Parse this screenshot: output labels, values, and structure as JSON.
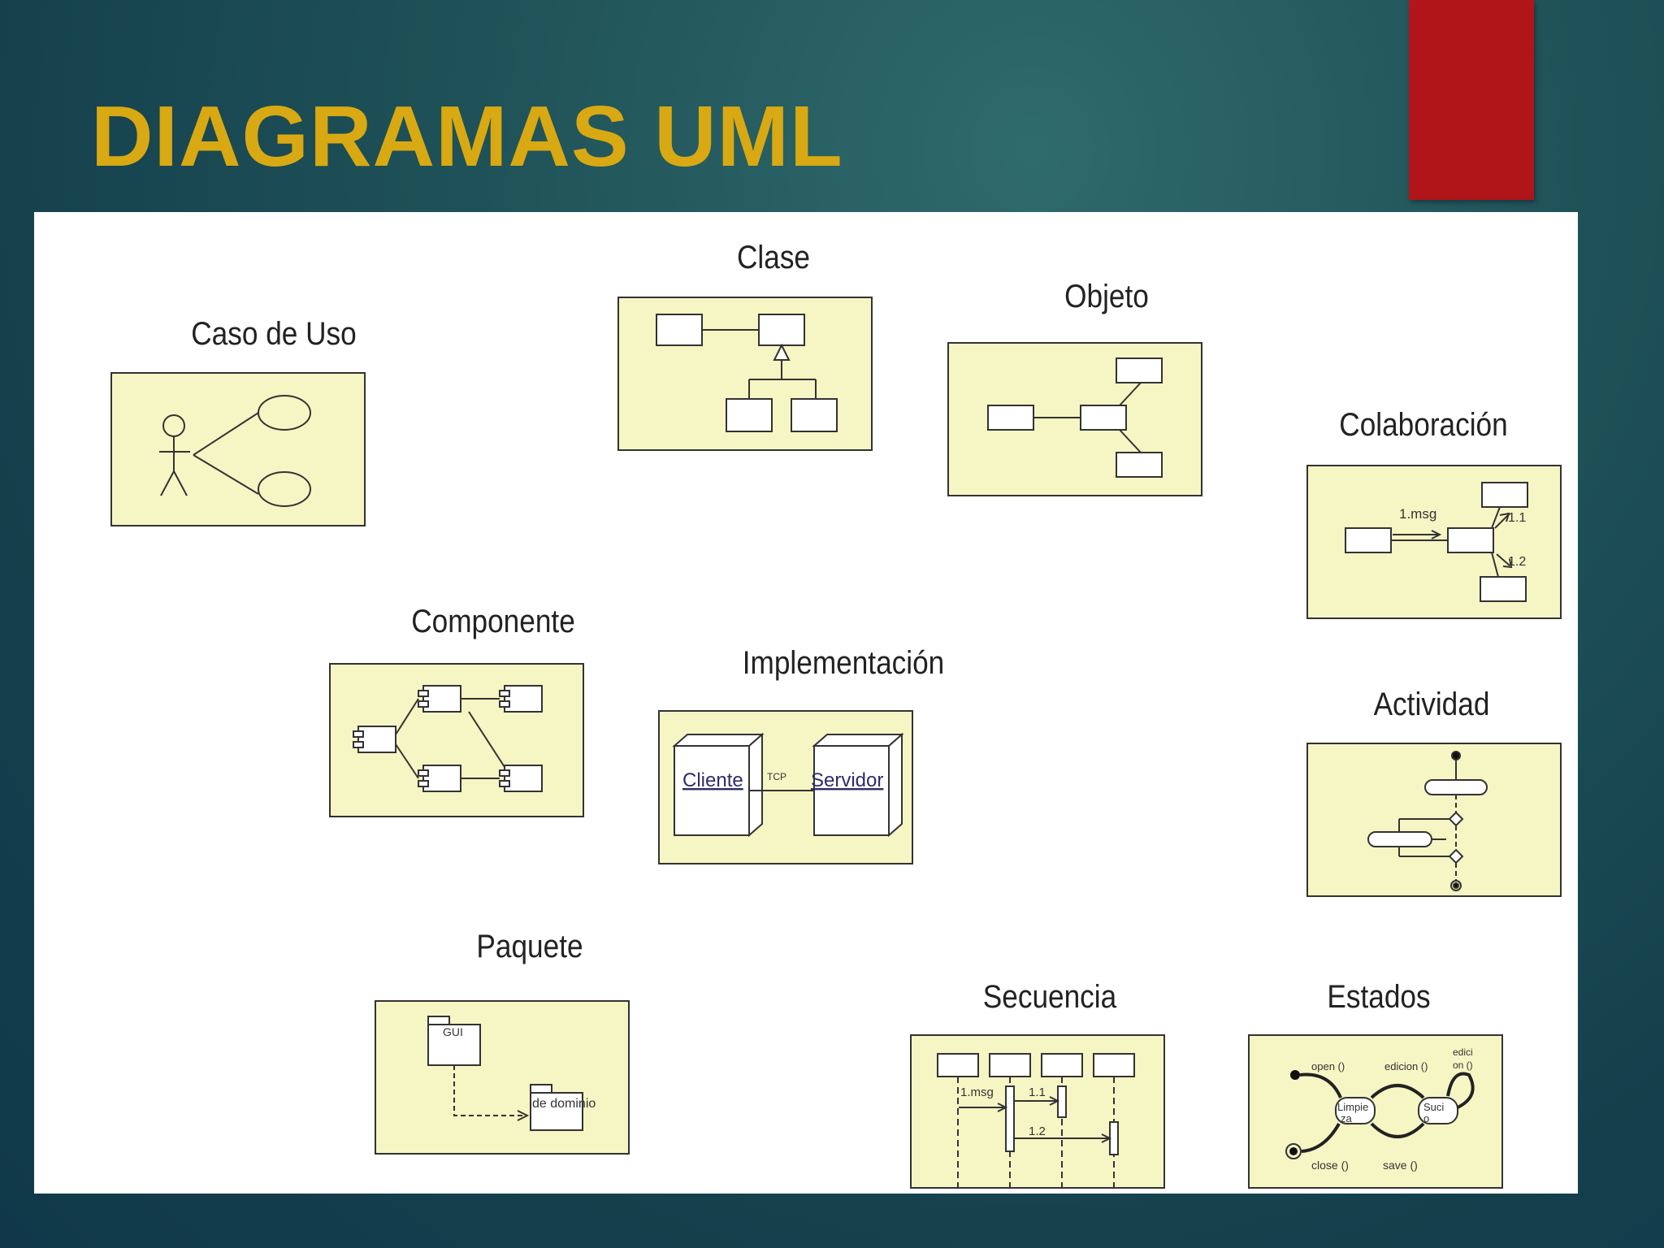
{
  "slide": {
    "title": "DIAGRAMAS UML"
  },
  "diagrams": {
    "caso_de_uso": {
      "label": "Caso de Uso"
    },
    "clase": {
      "label": "Clase"
    },
    "objeto": {
      "label": "Objeto"
    },
    "colaboracion": {
      "label": "Colaboración",
      "msg": "1.msg",
      "msg_a": "1.1",
      "msg_b": "1.2"
    },
    "componente": {
      "label": "Componente"
    },
    "implementacion": {
      "label": "Implementación",
      "node_a": "Cliente",
      "node_b": "Servidor",
      "link": "TCP"
    },
    "actividad": {
      "label": "Actividad"
    },
    "paquete": {
      "label": "Paquete",
      "pkg_a": "GUI",
      "pkg_b": "de dominio"
    },
    "secuencia": {
      "label": "Secuencia",
      "msg_1": "1.msg",
      "msg_11": "1.1",
      "msg_12": "1.2"
    },
    "estados": {
      "label": "Estados",
      "ev_open": "open ()",
      "ev_edicion": "edicion ()",
      "ev_edicion_self_1": "edici",
      "ev_edicion_self_2": "on ()",
      "ev_close": "close ()",
      "ev_save": "save ()",
      "st_limpio_1": "Limpie",
      "st_limpio_2": "za",
      "st_sucio_1": "Suci",
      "st_sucio_2": "o"
    }
  },
  "colors": {
    "title": "#d8a912",
    "accent_tab": "#b0151a",
    "diagram_fill": "#f6f5c4"
  }
}
